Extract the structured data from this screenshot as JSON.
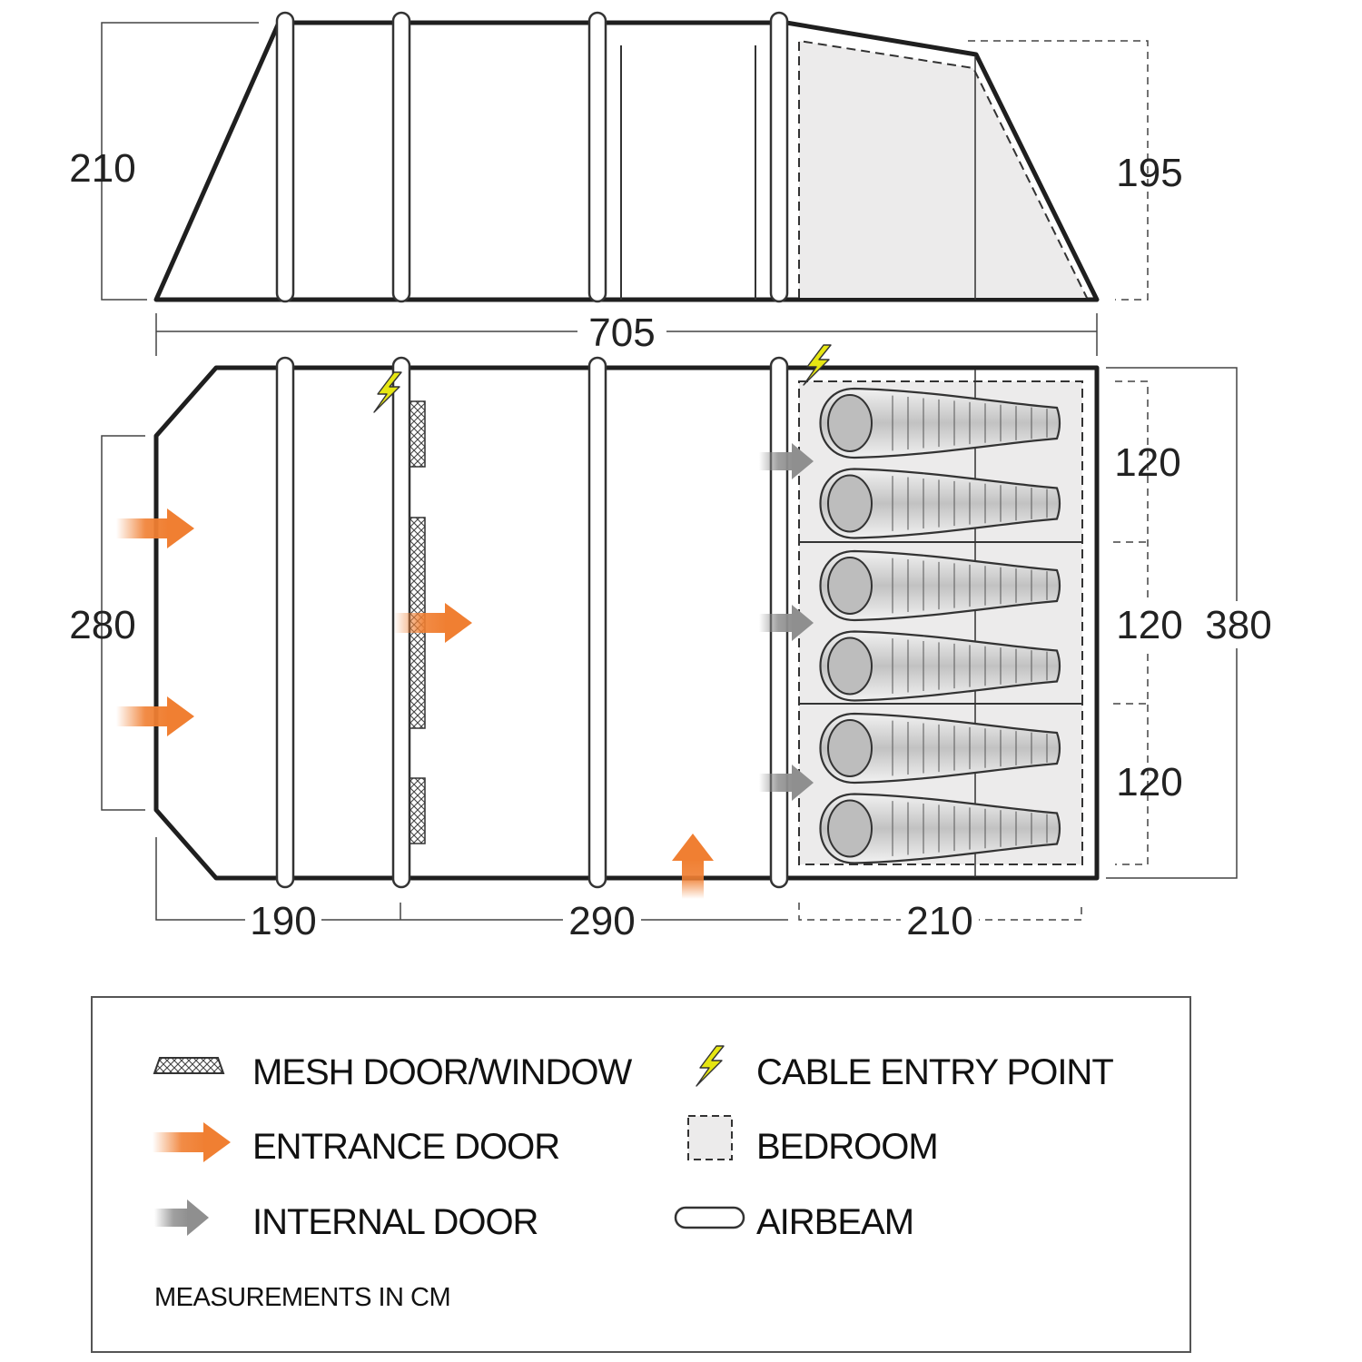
{
  "dimensions": {
    "side_height_front": "210",
    "side_height_rear": "195",
    "total_length": "705",
    "door_span": "280",
    "living_front": "190",
    "living_middle": "290",
    "bedroom_depth": "210",
    "bedroom_width_1": "120",
    "bedroom_width_2": "120",
    "bedroom_width_3": "120",
    "total_width": "380"
  },
  "legend": {
    "mesh": "MESH DOOR/WINDOW",
    "cable": "CABLE ENTRY POINT",
    "entrance": "ENTRANCE DOOR",
    "bedroom": "BEDROOM",
    "internal": "INTERNAL DOOR",
    "airbeam": "AIRBEAM",
    "note": "MEASUREMENTS IN CM"
  },
  "colors": {
    "outline": "#1f1f1f",
    "bedroom_fill": "#ecebeb",
    "entrance_arrow": "#f07f32",
    "internal_arrow": "#8f8f8f",
    "cable_icon": "#e6e612",
    "sleeping_bag": "#c7c7c7"
  },
  "icons": {
    "mesh": "mesh-window-icon",
    "cable": "lightning-bolt-icon",
    "entrance": "orange-arrow-icon",
    "internal": "grey-arrow-icon",
    "bedroom": "dashed-box-icon",
    "airbeam": "airbeam-pill-icon"
  },
  "counts": {
    "bedrooms": 3,
    "sleeping_bags": 6,
    "airbeams": 4
  }
}
